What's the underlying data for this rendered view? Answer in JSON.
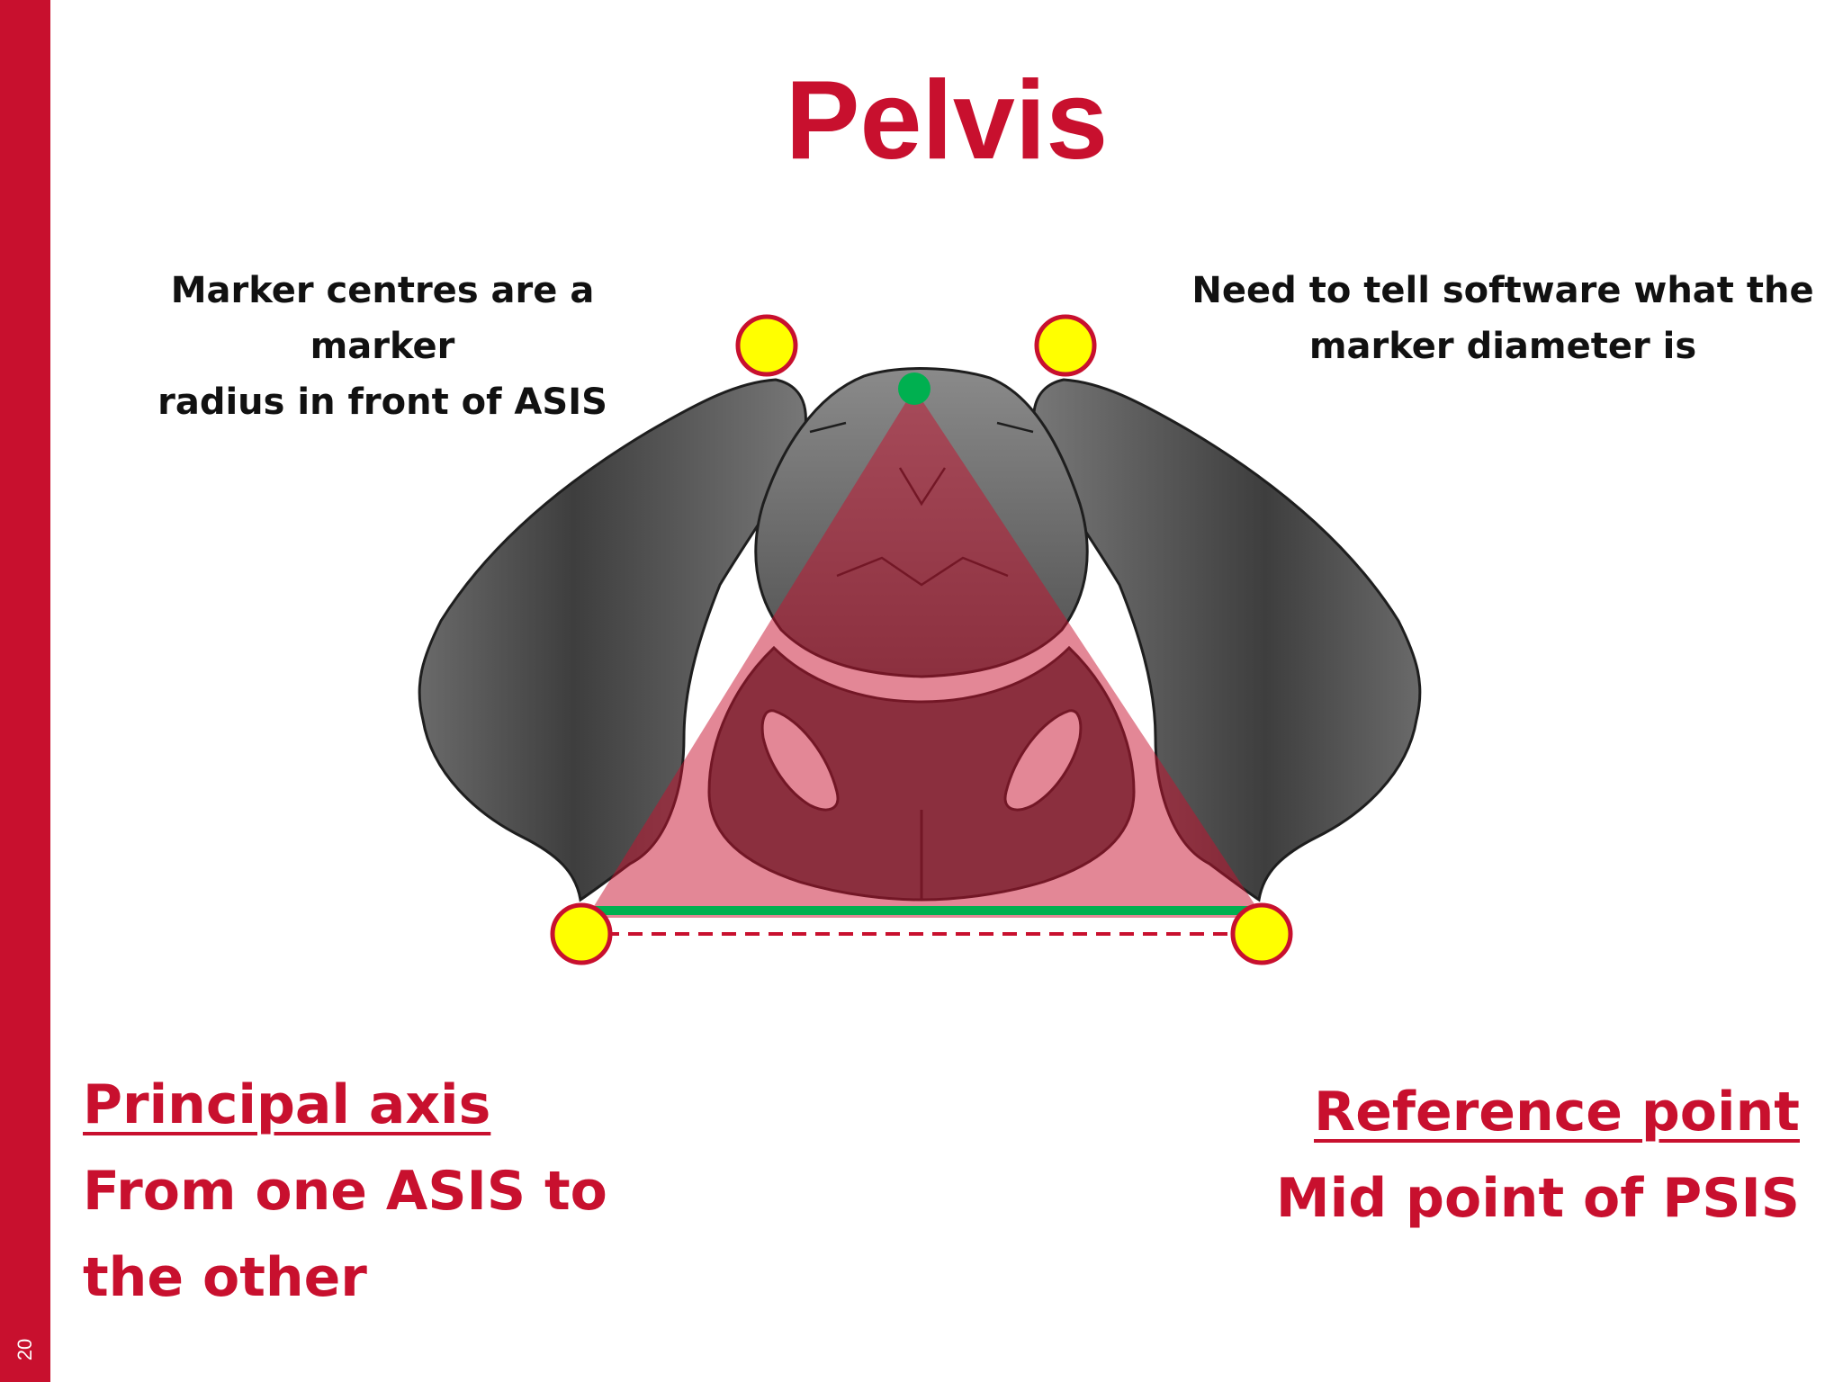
{
  "slide": {
    "number": "20",
    "title": "Pelvis"
  },
  "notes": {
    "left": [
      "Marker centres are a marker",
      "radius in front of ASIS"
    ],
    "right": [
      "Need to tell software what the",
      "marker diameter is"
    ]
  },
  "captions": {
    "left": {
      "heading": "Principal axis",
      "lines": [
        "From one ASIS to",
        "the other"
      ]
    },
    "right": {
      "heading": "Reference point",
      "lines": [
        "Mid point of PSIS"
      ]
    }
  },
  "colors": {
    "accent": "#c8102e",
    "marker_fill": "#ffff00",
    "marker_stroke": "#c8102e",
    "reference_point": "#00b050",
    "principal_axis": "#00b050",
    "triangle_fill": "#c8102e",
    "bone": "#5a5a5a"
  }
}
